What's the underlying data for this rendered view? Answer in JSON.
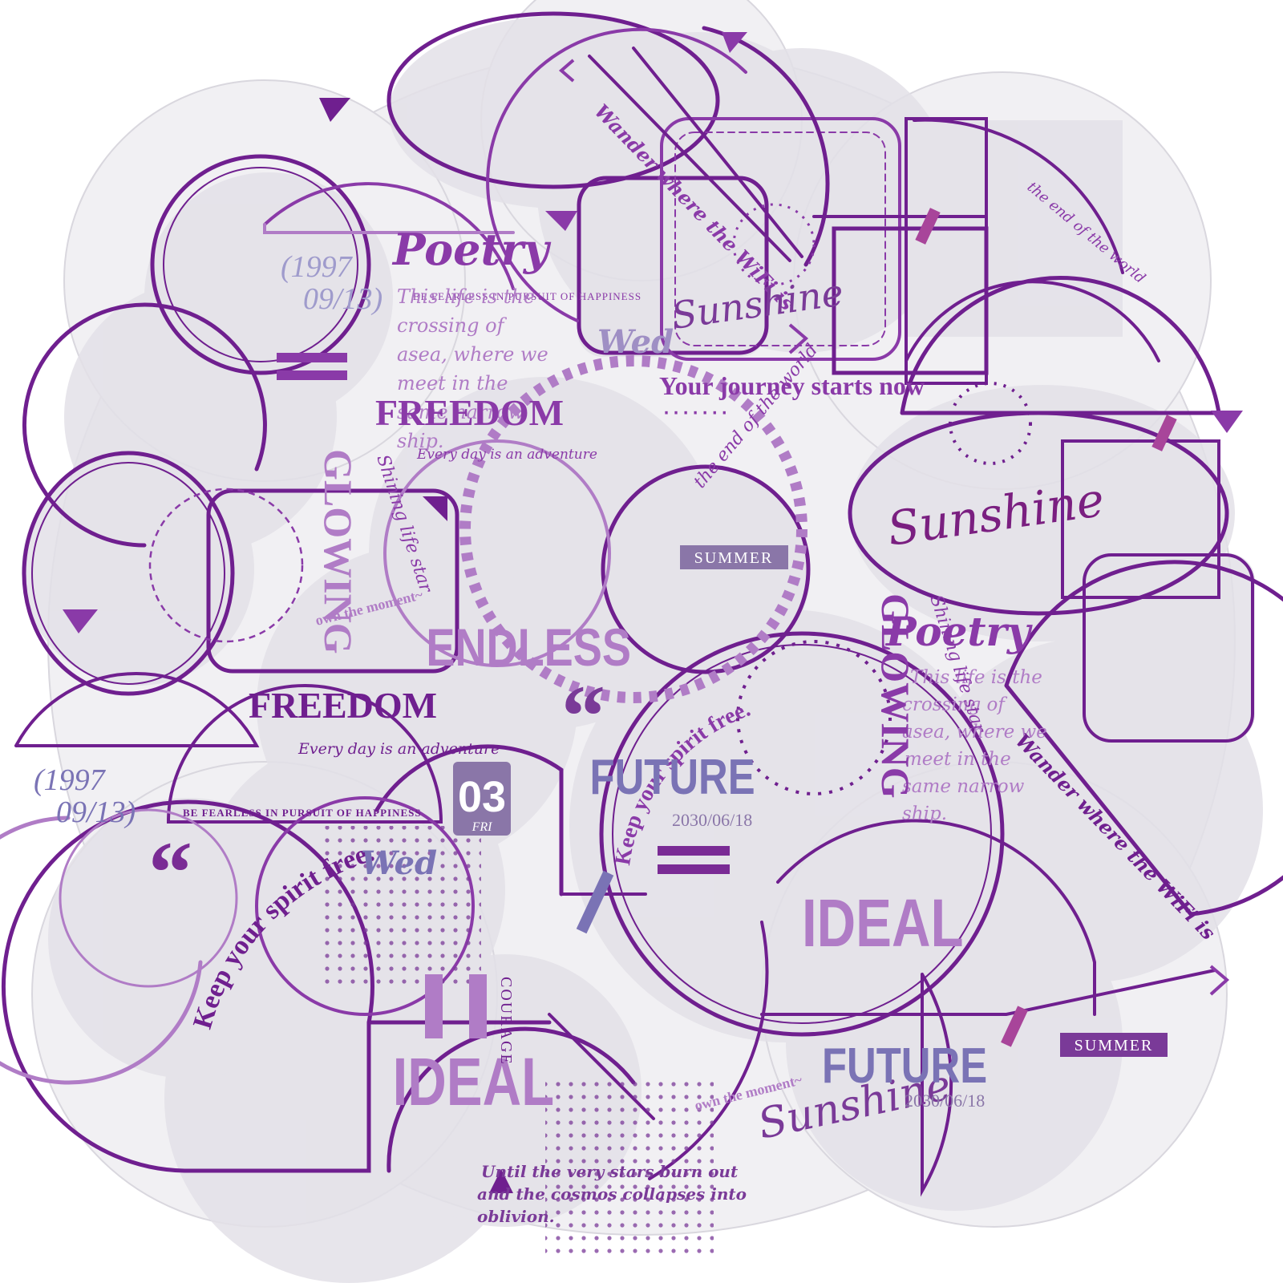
{
  "colors": {
    "deep_purple": "#6f1f8f",
    "mid_purple": "#8a3aa8",
    "lavender": "#b07cc6",
    "slate_violet": "#7a73b5",
    "sticker_fill": "#e6e4ea",
    "sticker_back": "#f1f0f3",
    "magenta_tape": "#a8459a"
  },
  "texts": {
    "poetry_1": "Poetry",
    "poetry_2": "Poetry",
    "pursuit_1": "BE FEARLESS IN PURSUIT OF HAPPINESS",
    "pursuit_2": "BE FEARLESS IN PURSUIT OF HAPPINESS",
    "poem_l1": "This life is the",
    "poem_l2": "crossing of",
    "poem_l3": "asea, where we",
    "poem_l4": "meet in the",
    "poem_l5": "same narrow",
    "poem_l6": "ship.",
    "poem2_l1": "This life is the",
    "poem2_l2": "crossing of",
    "poem2_l3": "asea, where we",
    "poem2_l4": "meet in the",
    "poem2_l5": "same narrow",
    "poem2_l6": "ship.",
    "freedom_1": "FREEDOM",
    "freedom_2": "FREEDOM",
    "adventure_1": "Every day is an adventure",
    "adventure_2": "Every day is an adventure",
    "glowing_1": "GLOWING",
    "glowing_2": "GLOWING",
    "shining_1": "Shining life star",
    "shining_2": "Shining life star",
    "own_moment_1": "own the moment~",
    "own_moment_2": "own the moment~",
    "date_year_1": "(1997",
    "date_day_1": "09/13)",
    "date_year_2": "(1997",
    "date_day_2": "09/13)",
    "wander_1": "Wander where the WiFi is",
    "wander_2": "Wander where the WiFi is",
    "sunshine_1": "Sunshine",
    "sunshine_2": "Sunshine",
    "sunshine_3": "Sunshine",
    "journey": "Your journey starts now",
    "end_world_1": "the end of the world",
    "end_world_2": "the end of the world",
    "summer_1": "SUMMER",
    "summer_2": "SUMMER",
    "endless": "ENDLESS",
    "quote_mark_1": "“",
    "quote_mark_2": "“",
    "spirit_1": "Keep your spirit free.",
    "spirit_2": "Keep your spirit free.",
    "future_1": "FUTURE",
    "future_2": "FUTURE",
    "future_date_1": "2030/06/18",
    "future_date_2": "2030/06/18",
    "ideal_1": "IDEAL",
    "ideal_2": "IDEAL",
    "day_num": "03",
    "day_name": "FRI",
    "wed_1": "Wed",
    "wed_2": "Wed",
    "courage": "COURAGE",
    "stars_l1": "Until the very stars burn out",
    "stars_l2": "and the cosmos collapses into",
    "stars_l3": "oblivion."
  }
}
